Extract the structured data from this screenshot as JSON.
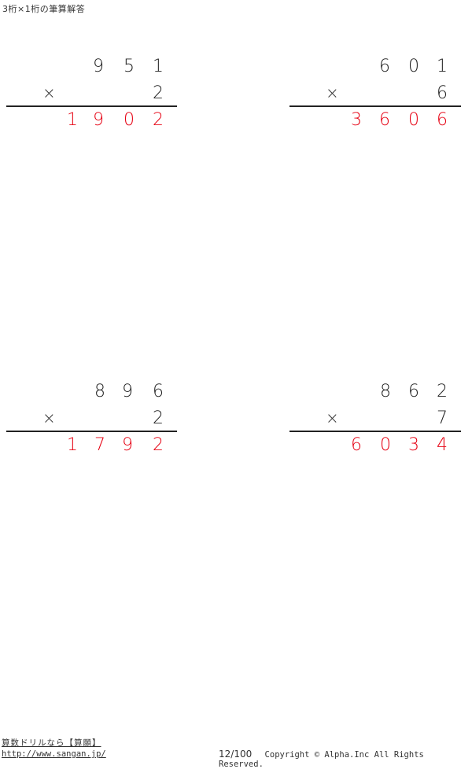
{
  "header": {
    "title": "3桁×1桁の筆算解答"
  },
  "problems": [
    {
      "multiplicand": [
        "9",
        "5",
        "1"
      ],
      "multiplier": "2",
      "operator": "×",
      "answer": [
        "1",
        "9",
        "0",
        "2"
      ]
    },
    {
      "multiplicand": [
        "6",
        "0",
        "1"
      ],
      "multiplier": "6",
      "operator": "×",
      "answer": [
        "3",
        "6",
        "0",
        "6"
      ]
    },
    {
      "multiplicand": [
        "8",
        "9",
        "6"
      ],
      "multiplier": "2",
      "operator": "×",
      "answer": [
        "1",
        "7",
        "9",
        "2"
      ]
    },
    {
      "multiplicand": [
        "8",
        "6",
        "2"
      ],
      "multiplier": "7",
      "operator": "×",
      "answer": [
        "6",
        "0",
        "3",
        "4"
      ]
    }
  ],
  "footer": {
    "site_name": "算数ドリルなら【算願】",
    "url": "http://www.sangan.jp/",
    "page": "12/100",
    "copyright": "Copyright © Alpha.Inc All Rights Reserved."
  },
  "colors": {
    "answer": "#e60012",
    "text": "#222222"
  }
}
